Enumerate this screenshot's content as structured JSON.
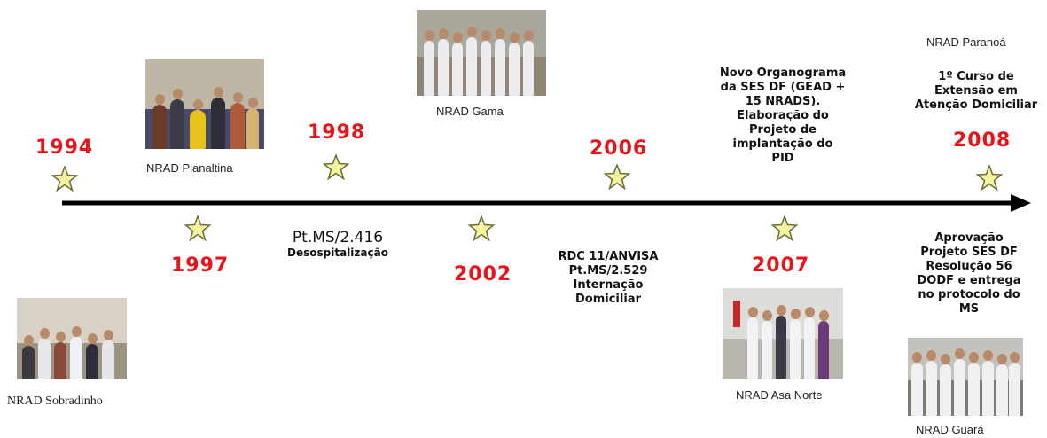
{
  "timeline": {
    "years": [
      "1994",
      "1997",
      "1998",
      "2002",
      "2006",
      "2007",
      "2008"
    ],
    "pt_1998_title": "Pt.MS/2.416",
    "pt_1998_sub": "Desospitalização",
    "desc_2002": [
      "RDC 11/ANVISA",
      "Pt.MS/2.529",
      "Internação",
      "Domiciliar"
    ],
    "desc_2007": [
      "Novo Organograma",
      "da SES DF (GEAD +",
      "15 NRADS).",
      "Elaboração do",
      "Projeto de",
      "implantação do",
      "PID"
    ],
    "desc_2008_top": [
      "1º Curso de",
      "Extensão em",
      "Atenção Domiciliar"
    ],
    "desc_2008_bottom": [
      "Aprovação",
      "Projeto SES DF",
      "Resolução 56",
      "DODF e entrega",
      "no protocolo do",
      "MS"
    ]
  },
  "photos": {
    "sobradinho": "NRAD Sobradinho",
    "planaltina": "NRAD Planaltina",
    "gama": "NRAD Gama",
    "asa_norte": "NRAD Asa Norte",
    "paranoa": "NRAD Paranoá",
    "guara": "NRAD Guará"
  },
  "colors": {
    "year": "#e8141b",
    "star_fill": "#f4f4a0",
    "star_stroke": "#6b6b3a",
    "arrow": "#000000"
  }
}
